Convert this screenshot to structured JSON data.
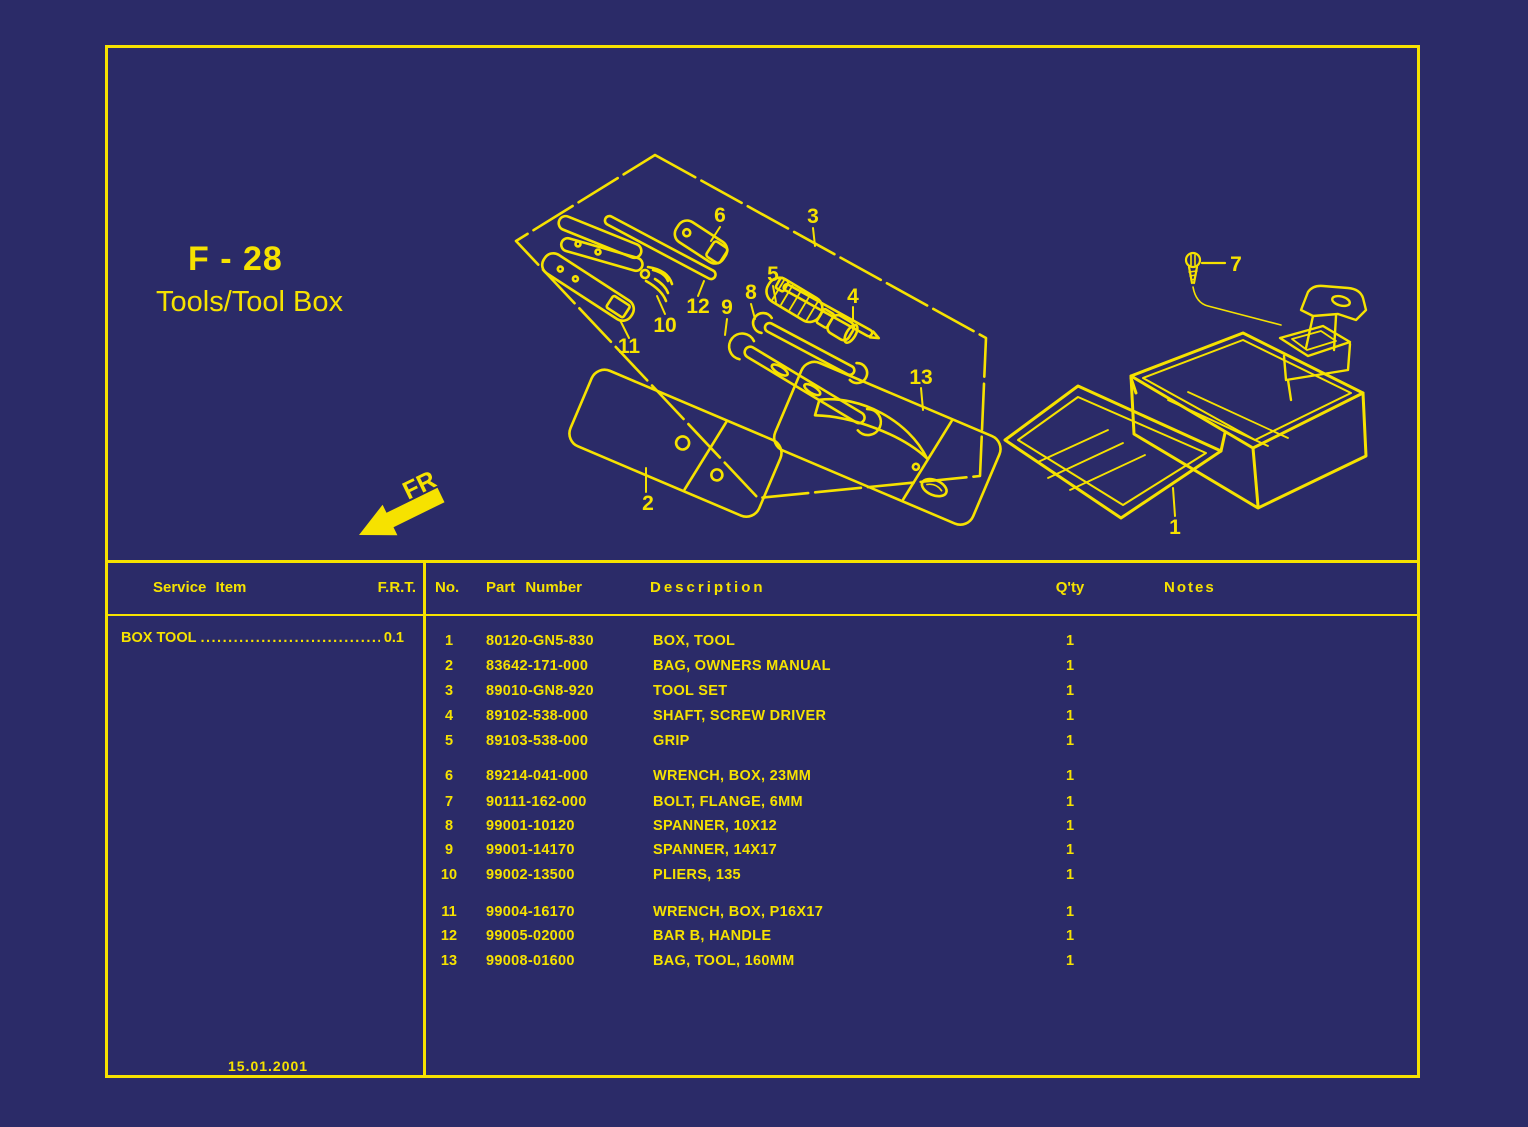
{
  "colors": {
    "background": "#2B2B68",
    "ink": "#F6E200"
  },
  "header": {
    "page_code": "F - 28",
    "page_title": "Tools/Tool Box",
    "fr_label": "FR"
  },
  "footer": {
    "date": "15.01.2001"
  },
  "service_table": {
    "headers": {
      "service_item": "Service Item",
      "frt": "F.R.T."
    },
    "rows": [
      {
        "item": "BOX TOOL",
        "dots": "............................................................",
        "frt": "0.1"
      }
    ]
  },
  "parts_table": {
    "headers": {
      "no": "No.",
      "part_number": "Part Number",
      "description": "Description",
      "qty": "Q'ty",
      "notes": "Notes"
    },
    "rows": [
      {
        "no": "1",
        "part_number": "80120-GN5-830",
        "description": "BOX, TOOL",
        "qty": "1",
        "notes": ""
      },
      {
        "no": "2",
        "part_number": "83642-171-000",
        "description": "BAG, OWNERS MANUAL",
        "qty": "1",
        "notes": ""
      },
      {
        "no": "3",
        "part_number": "89010-GN8-920",
        "description": "TOOL SET",
        "qty": "1",
        "notes": ""
      },
      {
        "no": "4",
        "part_number": "89102-538-000",
        "description": "SHAFT, SCREW DRIVER",
        "qty": "1",
        "notes": ""
      },
      {
        "no": "5",
        "part_number": "89103-538-000",
        "description": "GRIP",
        "qty": "1",
        "notes": ""
      },
      {
        "no": "6",
        "part_number": "89214-041-000",
        "description": "WRENCH, BOX, 23MM",
        "qty": "1",
        "notes": ""
      },
      {
        "no": "7",
        "part_number": "90111-162-000",
        "description": "BOLT, FLANGE, 6MM",
        "qty": "1",
        "notes": ""
      },
      {
        "no": "8",
        "part_number": "99001-10120",
        "description": "SPANNER, 10X12",
        "qty": "1",
        "notes": ""
      },
      {
        "no": "9",
        "part_number": "99001-14170",
        "description": "SPANNER, 14X17",
        "qty": "1",
        "notes": ""
      },
      {
        "no": "10",
        "part_number": "99002-13500",
        "description": "PLIERS, 135",
        "qty": "1",
        "notes": ""
      },
      {
        "no": "11",
        "part_number": "99004-16170",
        "description": "WRENCH, BOX, P16X17",
        "qty": "1",
        "notes": ""
      },
      {
        "no": "12",
        "part_number": "99005-02000",
        "description": "BAR B, HANDLE",
        "qty": "1",
        "notes": ""
      },
      {
        "no": "13",
        "part_number": "99008-01600",
        "description": "BAG, TOOL, 160MM",
        "qty": "1",
        "notes": ""
      }
    ]
  },
  "diagram": {
    "callouts": [
      "1",
      "2",
      "3",
      "4",
      "5",
      "6",
      "7",
      "8",
      "9",
      "10",
      "11",
      "12",
      "13"
    ]
  }
}
